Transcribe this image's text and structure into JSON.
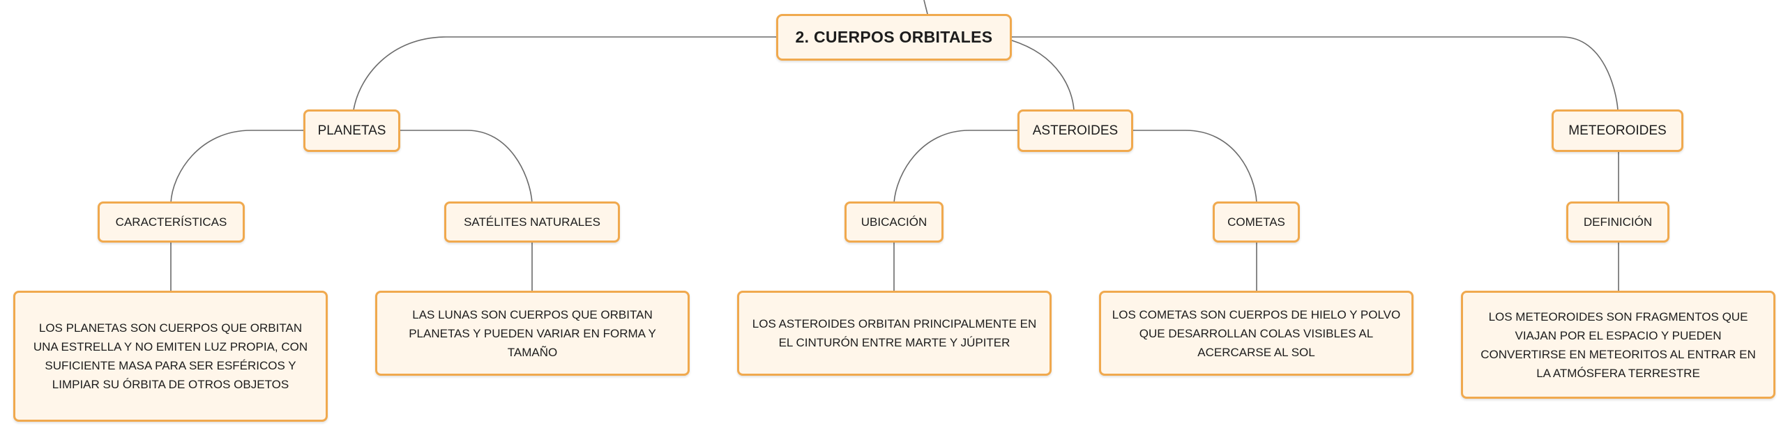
{
  "root": {
    "label": "2. CUERPOS ORBITALES"
  },
  "planetas": {
    "label": "PLANETAS",
    "caracteristicas": {
      "label": "CARACTERÍSTICAS",
      "text": "LOS PLANETAS SON CUERPOS QUE ORBITAN UNA ESTRELLA Y NO EMITEN LUZ PROPIA, CON SUFICIENTE MASA PARA SER ESFÉRICOS Y LIMPIAR SU ÓRBITA DE OTROS OBJETOS"
    },
    "satelites": {
      "label": "SATÉLITES NATURALES",
      "text": "LAS LUNAS SON CUERPOS QUE ORBITAN PLANETAS Y PUEDEN VARIAR EN FORMA Y TAMAÑO"
    }
  },
  "asteroides": {
    "label": "ASTEROIDES",
    "ubicacion": {
      "label": "UBICACIÓN",
      "text": "LOS ASTEROIDES ORBITAN PRINCIPALMENTE EN EL CINTURÓN ENTRE MARTE Y JÚPITER"
    },
    "cometas": {
      "label": "COMETAS",
      "text": "LOS COMETAS SON CUERPOS DE HIELO Y POLVO QUE DESARROLLAN COLAS VISIBLES AL ACERCARSE AL SOL"
    }
  },
  "meteoroides": {
    "label": "METEOROIDES",
    "definicion": {
      "label": "DEFINICIÓN",
      "text": "LOS METEOROIDES SON FRAGMENTOS QUE VIAJAN POR EL ESPACIO Y PUEDEN CONVERTIRSE EN METEORITOS AL ENTRAR EN LA ATMÓSFERA TERRESTRE"
    }
  },
  "colors": {
    "border": "#f0a94e",
    "fill": "#fff6ea",
    "line": "#6b6b6b"
  }
}
